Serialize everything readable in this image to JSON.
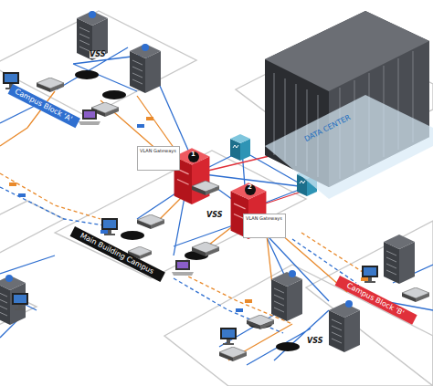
{
  "diagram": {
    "nodes": [
      {
        "text": [
          "Campus Block 'A'"
        ]
      },
      {
        "text": [
          "DATA CENTER"
        ]
      },
      {
        "text": [
          "VLAN Gateways"
        ]
      },
      {
        "text": [
          "VLAN Gateways"
        ]
      },
      {
        "text": [
          "Main Building Campus"
        ]
      },
      {
        "text": [
          "Campus Block 'B'"
        ]
      }
    ],
    "labels": [
      "VSS",
      "VSS",
      "VSS",
      "1",
      "2"
    ]
  }
}
